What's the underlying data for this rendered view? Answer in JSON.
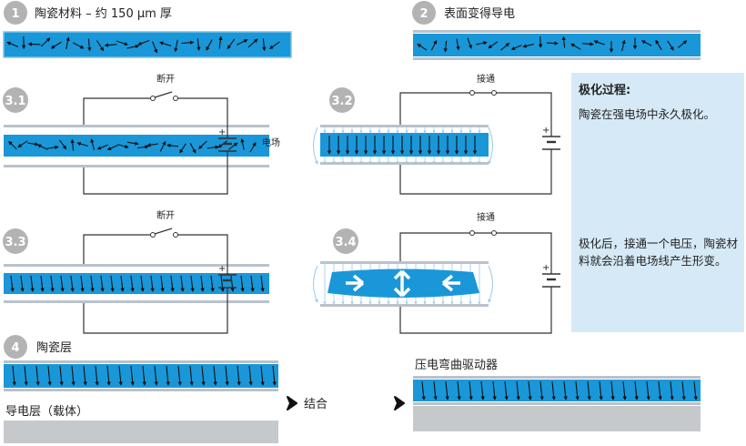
{
  "colors": {
    "ceramic": "#1a97d8",
    "ceramic_border": "#7cc3ea",
    "electrode": "#b9c2cc",
    "badge": "#b3b3b3",
    "wire": "#333333",
    "info_bg": "#d6e9f6",
    "substrate": "#c6c9cc",
    "arrow": "#111111"
  },
  "step1": {
    "number": "1",
    "label": "陶瓷材料 – 约 150 µm 厚"
  },
  "step2": {
    "number": "2",
    "label": "表面变得导电"
  },
  "step3_1": {
    "number": "3.1",
    "switch_label": "断开",
    "battery_label": "电场",
    "plus": "+"
  },
  "step3_2": {
    "number": "3.2",
    "switch_label": "接通",
    "plus": "+"
  },
  "step3_3": {
    "number": "3.3",
    "switch_label": "断开",
    "plus": "+"
  },
  "step3_4": {
    "number": "3.4",
    "switch_label": "接通",
    "plus": "+"
  },
  "info": {
    "title": "极化过程:",
    "text1": "陶瓷在强电场中永久极化。",
    "text2": "极化后，接通一个电压，陶瓷材料就会沿着电场线产生形变。"
  },
  "step4": {
    "number": "4",
    "ceramic_label": "陶瓷层",
    "substrate_label": "导电层（载体）",
    "combine_label": "结合",
    "result_label": "压电弯曲驱动器"
  }
}
